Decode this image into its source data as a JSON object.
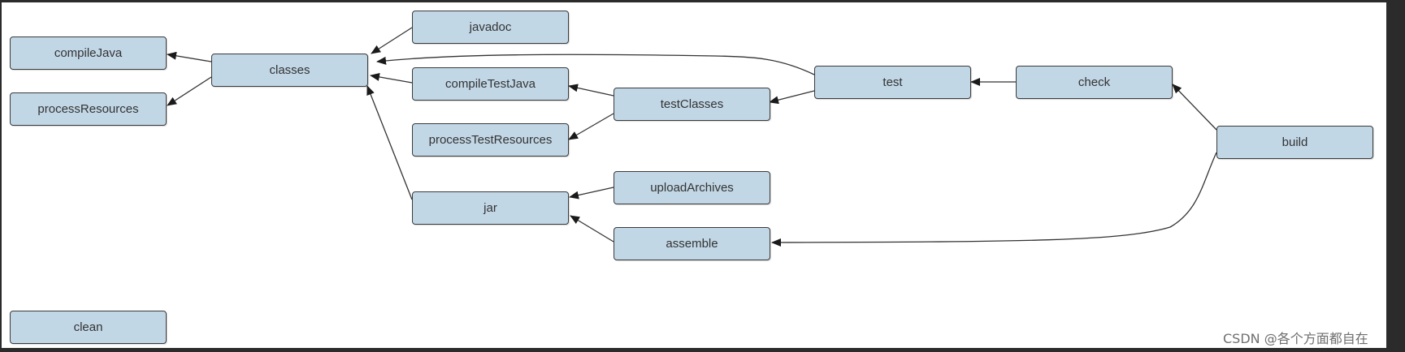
{
  "diagram": {
    "nodes": {
      "compileJava": "compileJava",
      "processResources": "processResources",
      "classes": "classes",
      "javadoc": "javadoc",
      "compileTestJava": "compileTestJava",
      "processTestResources": "processTestResources",
      "testClasses": "testClasses",
      "test": "test",
      "check": "check",
      "build": "build",
      "jar": "jar",
      "uploadArchives": "uploadArchives",
      "assemble": "assemble",
      "clean": "clean"
    },
    "edges": [
      {
        "from": "classes",
        "to": "compileJava"
      },
      {
        "from": "classes",
        "to": "processResources"
      },
      {
        "from": "javadoc",
        "to": "classes"
      },
      {
        "from": "compileTestJava",
        "to": "classes"
      },
      {
        "from": "test",
        "to": "classes"
      },
      {
        "from": "jar",
        "to": "classes"
      },
      {
        "from": "testClasses",
        "to": "compileTestJava"
      },
      {
        "from": "testClasses",
        "to": "processTestResources"
      },
      {
        "from": "test",
        "to": "testClasses"
      },
      {
        "from": "check",
        "to": "test"
      },
      {
        "from": "build",
        "to": "check"
      },
      {
        "from": "build",
        "to": "assemble"
      },
      {
        "from": "uploadArchives",
        "to": "jar"
      },
      {
        "from": "assemble",
        "to": "jar"
      }
    ],
    "colors": {
      "node_fill": "#c2d7e6",
      "node_border": "#3a3a3a",
      "edge": "#333333"
    }
  },
  "watermark": "CSDN @各个方面都自在"
}
